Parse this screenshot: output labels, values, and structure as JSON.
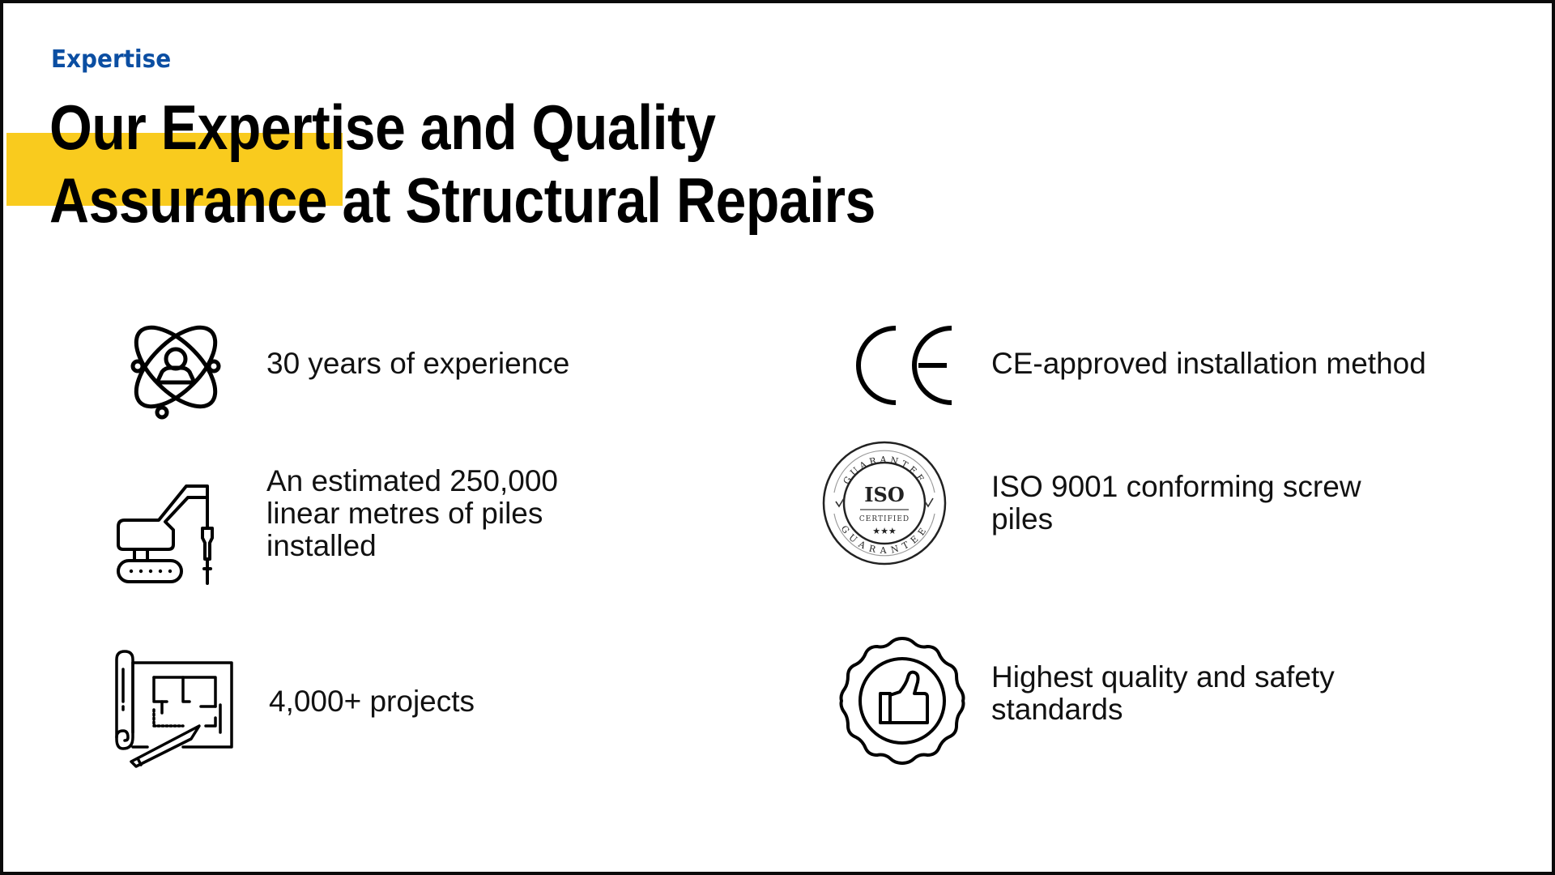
{
  "slide": {
    "eyebrow": "Expertise",
    "title_lines": [
      "Our Expertise and Quality",
      "Assurance at Structural Repairs"
    ],
    "colors": {
      "eyebrow": "#0B4EA2",
      "accent_bar": "#F9CB1E",
      "text": "#111111",
      "frame": "#0A0A0A"
    }
  },
  "features": {
    "left": [
      {
        "icon": "atom-person-icon",
        "lines": [
          "30 years of experience"
        ]
      },
      {
        "icon": "excavator-pile-driver-icon",
        "lines": [
          "An estimated 250,000",
          "linear metres of piles",
          "installed"
        ]
      },
      {
        "icon": "blueprint-pencil-icon",
        "lines": [
          "4,000+ projects"
        ]
      }
    ],
    "right": [
      {
        "icon": "ce-mark-icon",
        "lines": [
          "CE-approved installation method"
        ]
      },
      {
        "icon": "iso-certified-seal-icon",
        "lines": [
          "ISO 9001 conforming screw",
          "piles"
        ],
        "seal": {
          "top_arc": "GUARANTEE",
          "center": "ISO",
          "sub": "CERTIFIED",
          "stars": "★★★",
          "bottom_arc": "GUARANTEE"
        }
      },
      {
        "icon": "thumbs-up-badge-icon",
        "lines": [
          "Highest quality and safety",
          "standards"
        ]
      }
    ]
  }
}
